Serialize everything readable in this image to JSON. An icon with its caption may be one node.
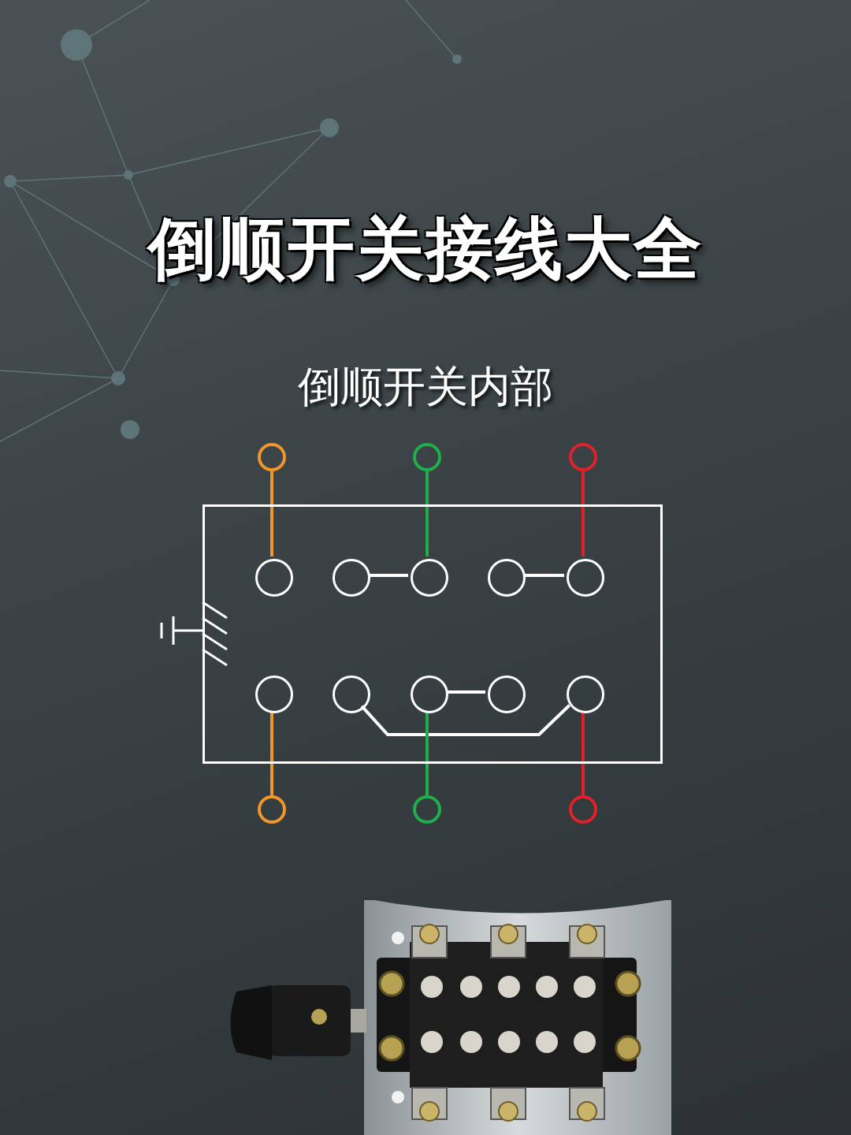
{
  "diagram": {
    "title": "倒顺开关接线大全",
    "nodes": [
      {
        "text": [],
        "shape": "circle"
      },
      {
        "text": [],
        "shape": "circle"
      },
      {
        "text": [],
        "shape": "circle"
      },
      {
        "text": [],
        "shape": "box"
      },
      {
        "text": [],
        "shape": "circle",
        "in": 3
      },
      {
        "text": [],
        "shape": "circle",
        "in": 3
      },
      {
        "text": [],
        "shape": "circle",
        "in": 3
      },
      {
        "text": [],
        "shape": "circle",
        "in": 3
      },
      {
        "text": [],
        "shape": "circle",
        "in": 3
      },
      {
        "text": [],
        "shape": "circle",
        "in": 3
      },
      {
        "text": [],
        "shape": "circle",
        "in": 3
      },
      {
        "text": [],
        "shape": "circle",
        "in": 3
      },
      {
        "text": [],
        "shape": "circle",
        "in": 3
      },
      {
        "text": [],
        "shape": "circle",
        "in": 3
      },
      {
        "text": [],
        "shape": "circle"
      },
      {
        "text": [],
        "shape": "circle"
      },
      {
        "text": [],
        "shape": "circle"
      }
    ],
    "edges": [
      {
        "from": 0,
        "to": 4,
        "arrow": "none",
        "color": "#f0962a"
      },
      {
        "from": 1,
        "to": 6,
        "arrow": "none",
        "color": "#1fae4a"
      },
      {
        "from": 2,
        "to": 8,
        "arrow": "none",
        "color": "#e0202a"
      },
      {
        "from": 5,
        "to": 6,
        "arrow": "none"
      },
      {
        "from": 7,
        "to": 8,
        "arrow": "none"
      },
      {
        "from": 11,
        "to": 12,
        "arrow": "none"
      },
      {
        "from": 10,
        "to": 13,
        "arrow": "none"
      },
      {
        "from": 9,
        "to": 14,
        "arrow": "none",
        "color": "#f0962a"
      },
      {
        "from": 11,
        "to": 15,
        "arrow": "none",
        "color": "#1fae4a"
      },
      {
        "from": 13,
        "to": 16,
        "arrow": "none",
        "color": "#e0202a"
      }
    ],
    "labels": [
      "倒顺开关内部"
    ]
  }
}
